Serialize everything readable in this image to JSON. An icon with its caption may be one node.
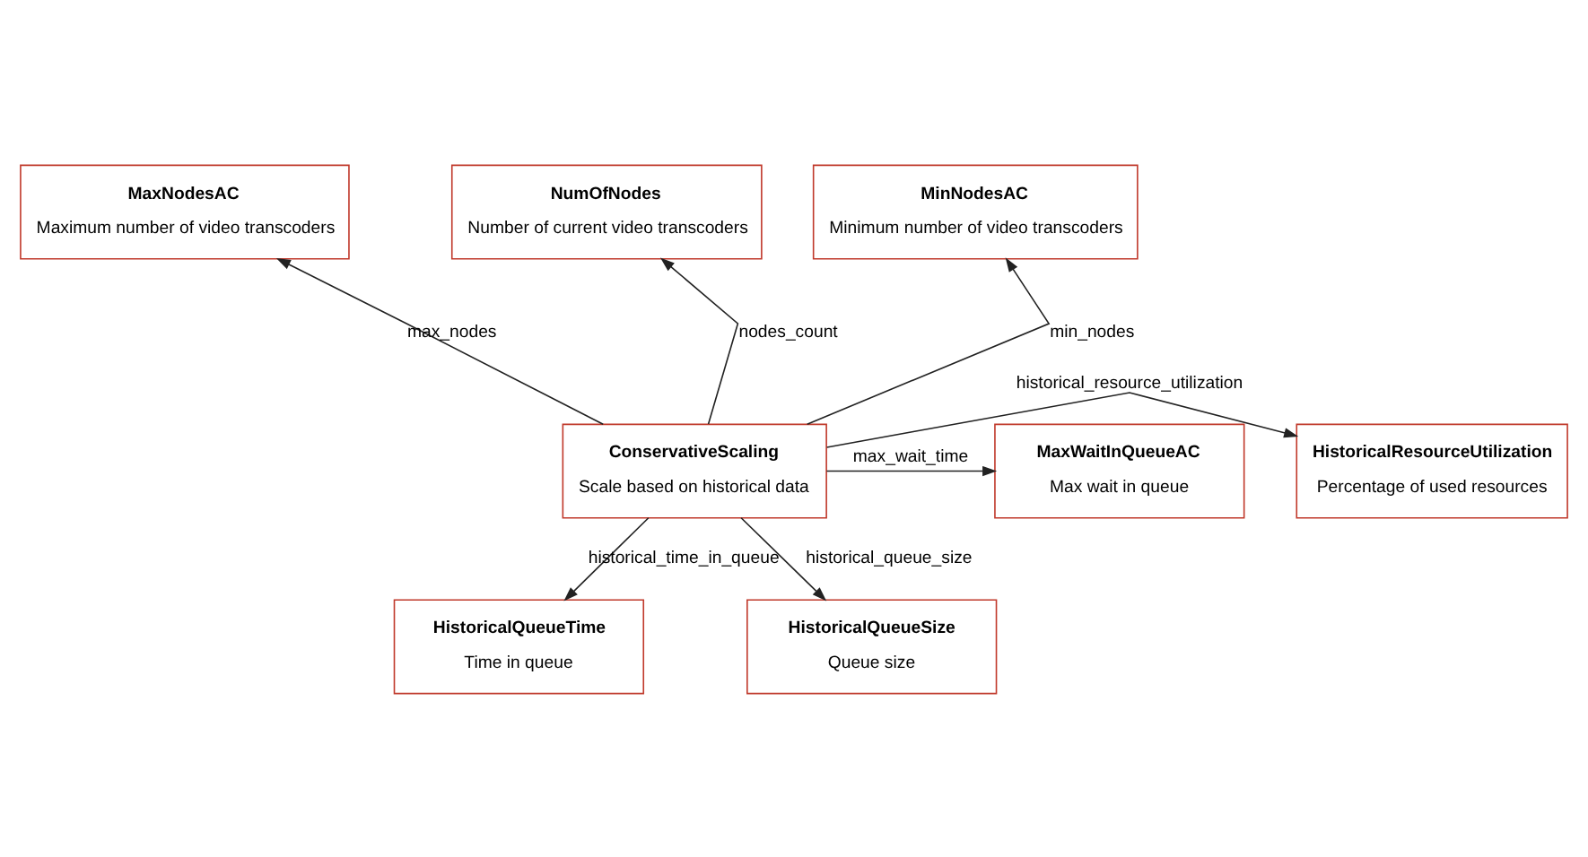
{
  "diagram": {
    "nodes": [
      {
        "text": [
          "MaxNodesAC",
          "Maximum number of video transcoders"
        ]
      },
      {
        "text": [
          "NumOfNodes",
          "Number of current video transcoders"
        ]
      },
      {
        "text": [
          "MinNodesAC",
          "Minimum number of video transcoders"
        ]
      },
      {
        "text": [
          "ConservativeScaling",
          "Scale based on historical data"
        ]
      },
      {
        "text": [
          "HistoricalResourceUtilization",
          "Percentage of used resources"
        ]
      },
      {
        "text": [
          "MaxWaitInQueueAC",
          "Max wait in queue"
        ]
      },
      {
        "text": [
          "HistoricalQueueTime",
          "Time in queue"
        ]
      },
      {
        "text": [
          "HistoricalQueueSize",
          "Queue size"
        ]
      }
    ],
    "edges": [
      {
        "from": 3,
        "to": 0,
        "arrow": "to",
        "label": "max_nodes"
      },
      {
        "from": 3,
        "to": 1,
        "arrow": "to",
        "label": "nodes_count"
      },
      {
        "from": 3,
        "to": 2,
        "arrow": "to",
        "label": "min_nodes"
      },
      {
        "from": 3,
        "to": 4,
        "arrow": "to",
        "label": "historical_resource_utilization"
      },
      {
        "from": 3,
        "to": 5,
        "arrow": "to",
        "label": "max_wait_time"
      },
      {
        "from": 3,
        "to": 6,
        "arrow": "to",
        "label": "historical_time_in_queue"
      },
      {
        "from": 3,
        "to": 7,
        "arrow": "to",
        "label": "historical_queue_size"
      }
    ]
  }
}
